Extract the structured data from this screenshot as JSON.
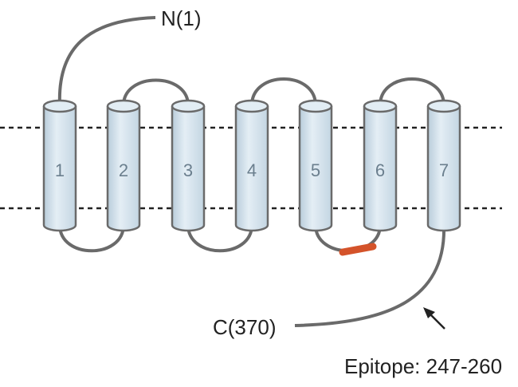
{
  "diagram": {
    "n_terminus_label": "N(1)",
    "c_terminus_label": "C(370)",
    "epitope_label": "Epitope: 247-260",
    "helices": [
      "1",
      "2",
      "3",
      "4",
      "5",
      "6",
      "7"
    ],
    "colors": {
      "line": "#6a6a6a",
      "helix_fill": "#d3e2ec",
      "epitope": "#d4532a"
    }
  }
}
